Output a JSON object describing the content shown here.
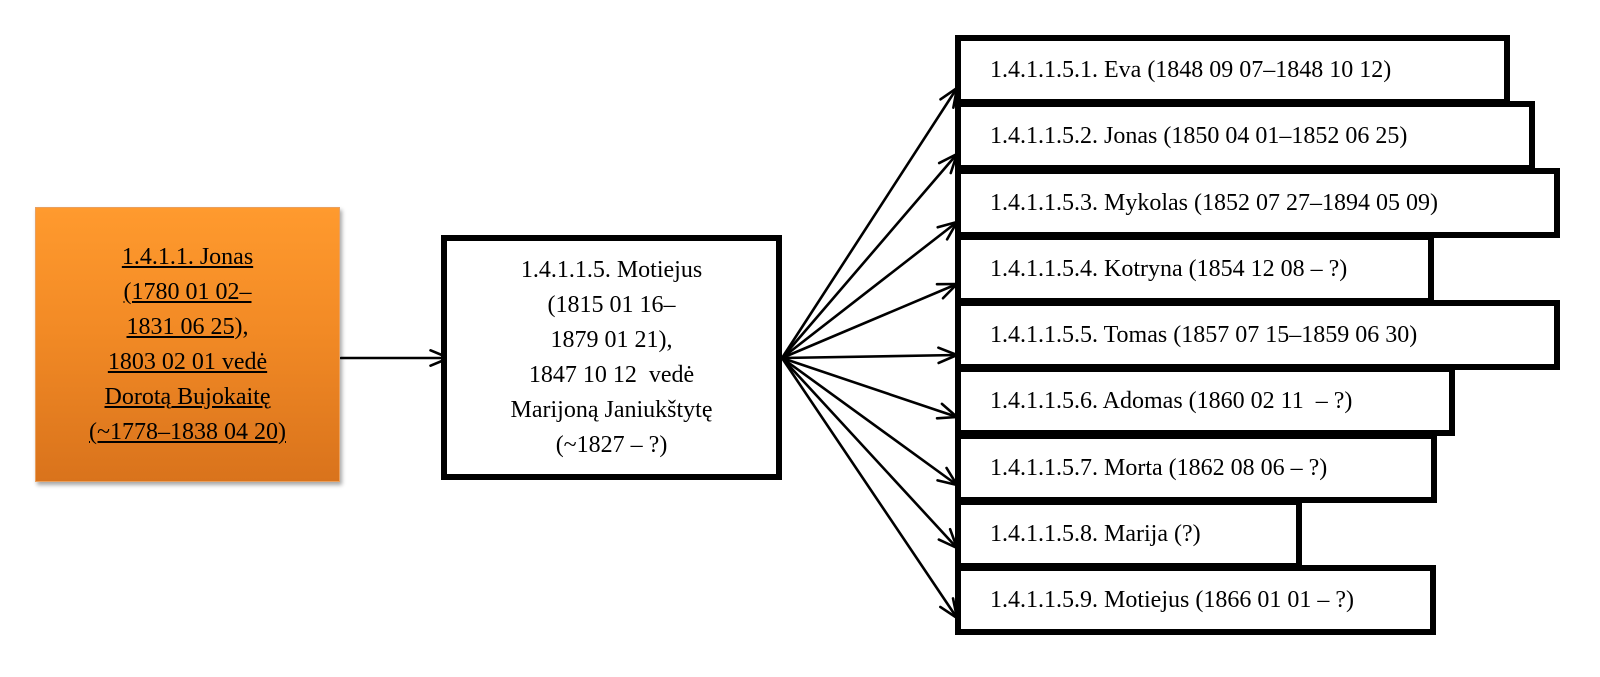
{
  "ancestor": {
    "lines": [
      "1.4.1.1. Jonas",
      "(1780 01 02–",
      "1831 06 25),",
      "1803 02 01 vedė",
      "Dorotą Bujokaitę",
      "(~1778–1838 04 20)"
    ],
    "fill_color": "#f28a25"
  },
  "parent": {
    "lines": [
      "1.4.1.1.5. Motiejus",
      "(1815 01 16–",
      "1879 01 21),",
      "1847 10 12  vedė",
      "Marijoną Janiukštytę",
      "(~1827 – ?)"
    ]
  },
  "children": [
    {
      "label": "1.4.1.1.5.1. Eva (1848 09 07–1848 10 12)"
    },
    {
      "label": "1.4.1.1.5.2. Jonas (1850 04 01–1852 06 25)"
    },
    {
      "label": "1.4.1.1.5.3. Mykolas (1852 07 27–1894 05 09)"
    },
    {
      "label": "1.4.1.1.5.4. Kotryna (1854 12 08 – ?)"
    },
    {
      "label": "1.4.1.1.5.5. Tomas (1857 07 15–1859 06 30)"
    },
    {
      "label": "1.4.1.1.5.6. Adomas (1860 02 11  – ?)"
    },
    {
      "label": "1.4.1.1.5.7. Morta (1862 08 06 – ?)"
    },
    {
      "label": "1.4.1.1.5.8. Marija (?)"
    },
    {
      "label": "1.4.1.1.5.9. Motiejus (1866 01 01 – ?)"
    }
  ]
}
